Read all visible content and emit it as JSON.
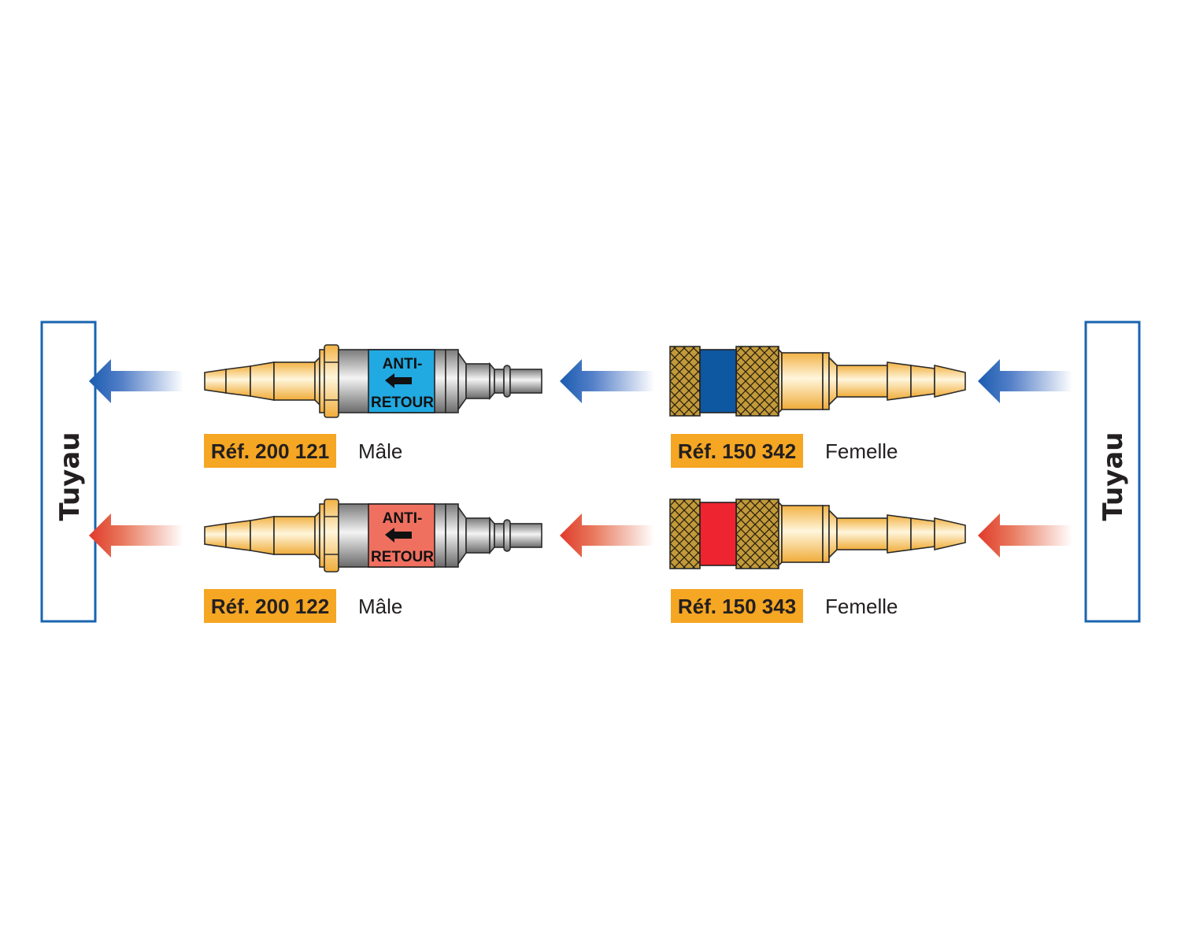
{
  "colors": {
    "blue_arrow": "#1a5cb0",
    "red_arrow": "#e03a2a",
    "tube_border": "#1a64b0",
    "ref_badge": "#f5a623",
    "brass_light": "#fff3cf",
    "brass_dark": "#f0b44a",
    "steel_light": "#f2f2f2",
    "steel_dark": "#6c6c6c",
    "label_blue": "#21a9e1",
    "label_red": "#f07060",
    "collar_blue": "#0e57a1",
    "collar_red": "#ee2430",
    "knurl": "#c29a3a"
  },
  "hoses": {
    "left": {
      "label": "Tuyau"
    },
    "right": {
      "label": "Tuyau"
    }
  },
  "rows": [
    {
      "gas_color": "blue",
      "male": {
        "label_line1": "ANTI-",
        "label_line2": "RETOUR",
        "arrow_icon": "left-arrow",
        "ref": "Réf. 200 121",
        "type": "Mâle"
      },
      "female": {
        "ref": "Réf. 150 342",
        "type": "Femelle"
      }
    },
    {
      "gas_color": "red",
      "male": {
        "label_line1": "ANTI-",
        "label_line2": "RETOUR",
        "arrow_icon": "left-arrow",
        "ref": "Réf. 200 122",
        "type": "Mâle"
      },
      "female": {
        "ref": "Réf. 150 343",
        "type": "Femelle"
      }
    }
  ]
}
